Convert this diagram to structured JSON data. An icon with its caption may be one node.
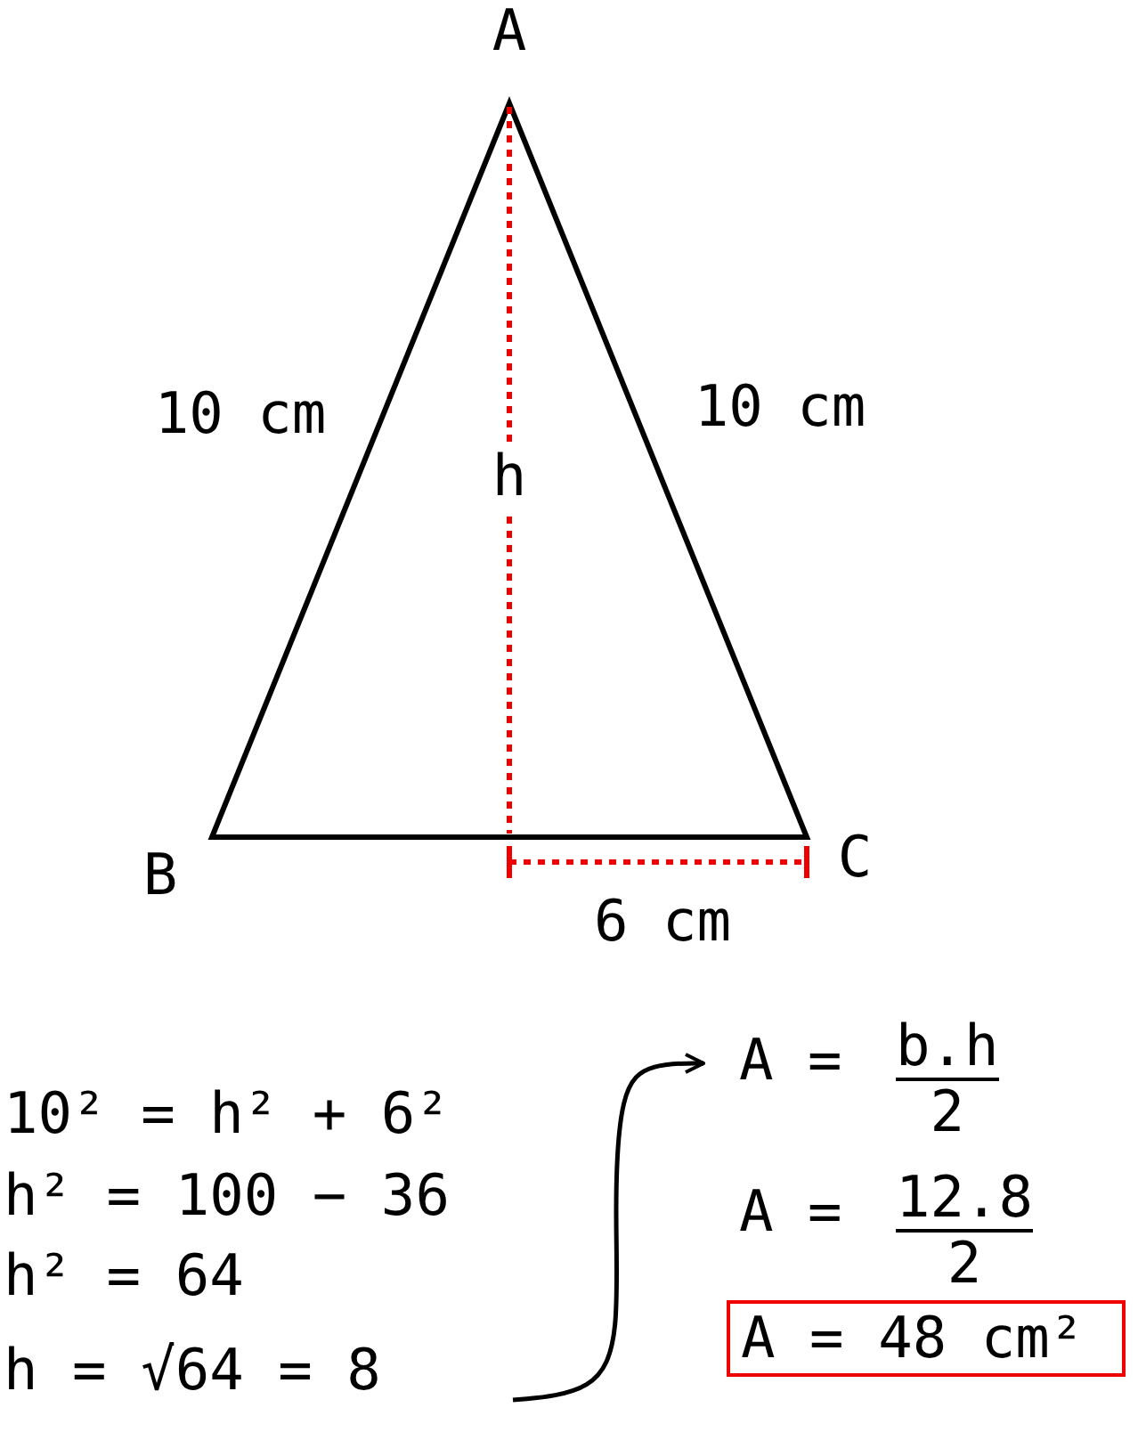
{
  "diagram": {
    "nodes": [
      {
        "text": [
          "10² = h² + 6²",
          "h² = 100 − 36",
          "h² = 64",
          "h = √64 = 8"
        ]
      },
      {
        "text": [
          "A =",
          "b.h",
          "2"
        ]
      },
      {
        "text": [
          "A =",
          "12.8",
          "2"
        ]
      },
      {
        "text": [
          "A = 48 cm²"
        ]
      }
    ],
    "edges": [
      {
        "from": 0,
        "to": 1,
        "arrow": "to"
      }
    ],
    "labels": [
      "A",
      "10 cm",
      "10 cm",
      "h",
      "B",
      "C",
      "6 cm"
    ]
  }
}
